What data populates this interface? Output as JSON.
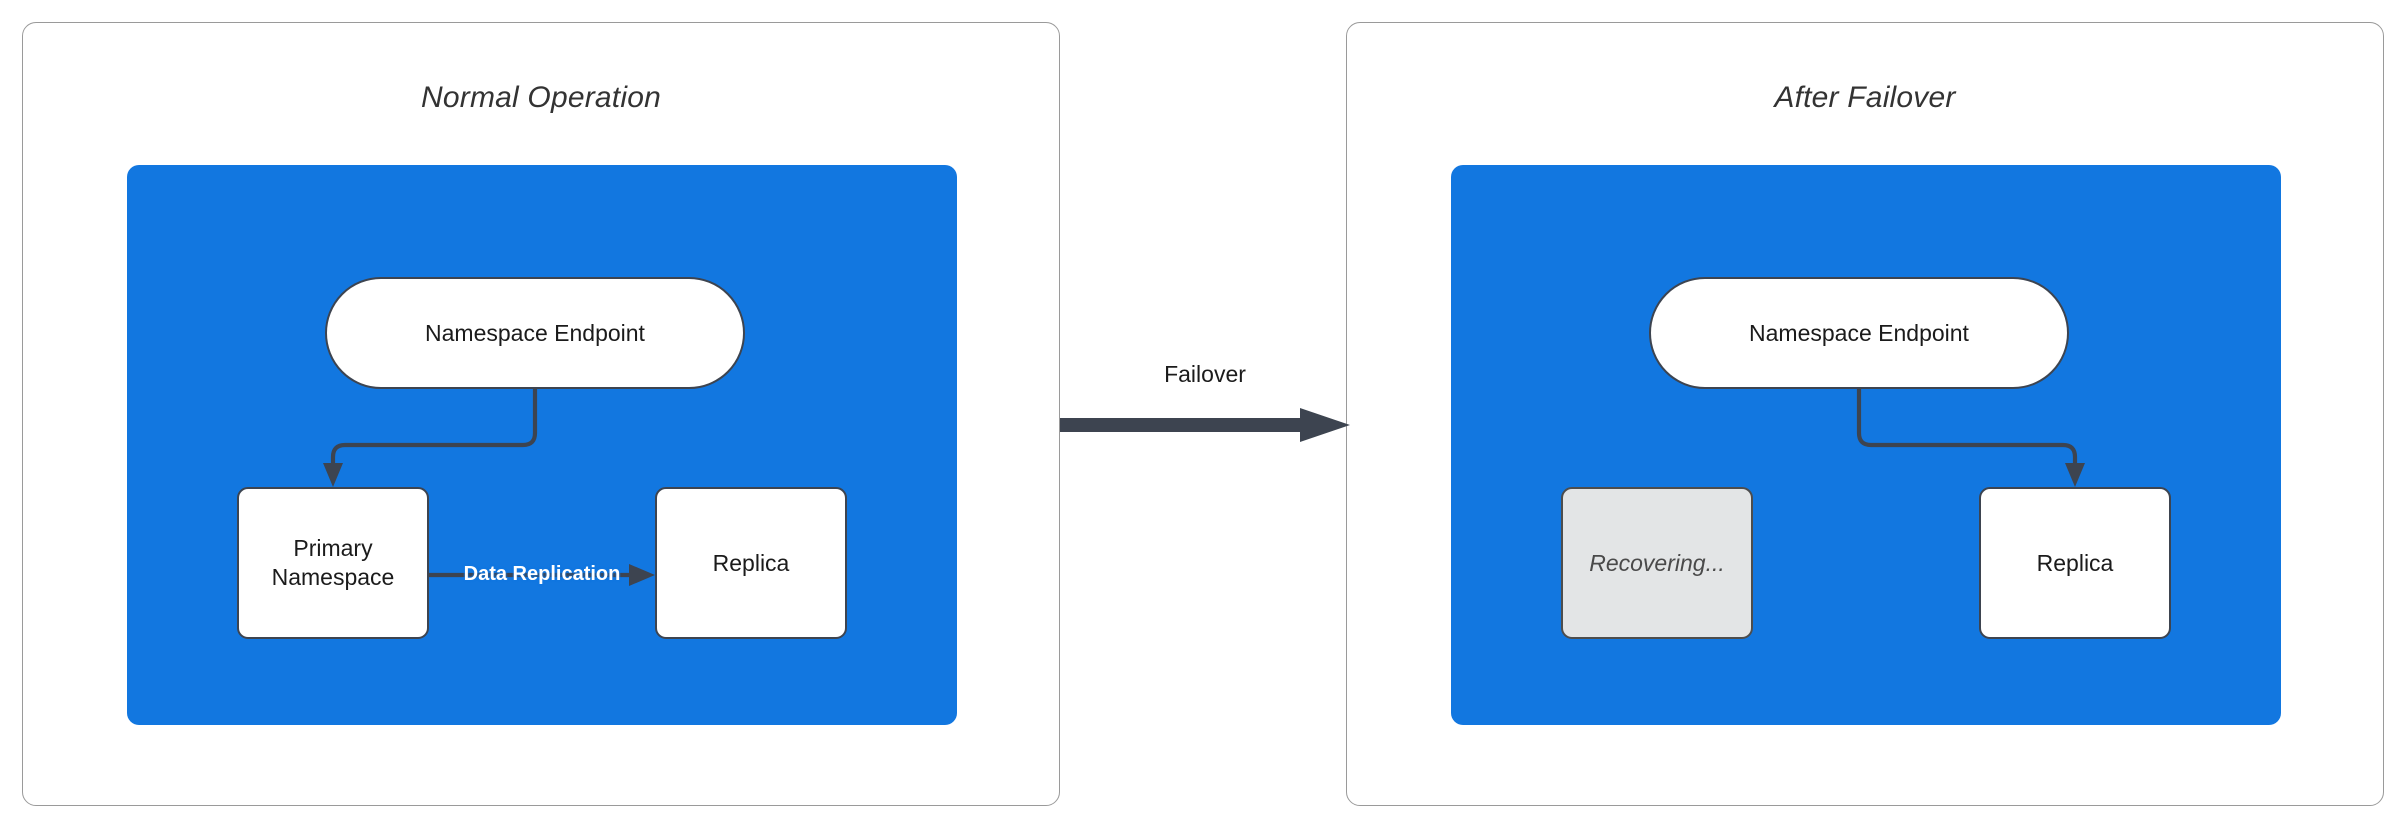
{
  "diagram": {
    "title": "Namespace Failover Diagram",
    "background": "#ffffff",
    "accent_blue": "#1277E0",
    "stroke_dark": "#3d4450",
    "recovering_fill": "#e3e5e6",
    "panel_border": "#9a9a9a"
  },
  "panels": [
    {
      "id": "normal-operation",
      "title": "Normal Operation",
      "nodes": [
        {
          "id": "endpoint",
          "label": "Namespace Endpoint",
          "shape": "pill",
          "state": "active"
        },
        {
          "id": "primary",
          "label": "Primary\nNamespace",
          "shape": "box",
          "state": "active"
        },
        {
          "id": "replica",
          "label": "Replica",
          "shape": "box",
          "state": "active"
        }
      ],
      "edges": [
        {
          "from": "endpoint",
          "to": "primary",
          "label": "",
          "style": "elbow-arrow"
        },
        {
          "from": "primary",
          "to": "replica",
          "label": "Data Replication",
          "style": "straight-arrow"
        }
      ]
    },
    {
      "id": "after-failover",
      "title": "After Failover",
      "nodes": [
        {
          "id": "endpoint",
          "label": "Namespace Endpoint",
          "shape": "pill",
          "state": "active"
        },
        {
          "id": "recovering",
          "label": "Recovering...",
          "shape": "box",
          "state": "disabled"
        },
        {
          "id": "replica",
          "label": "Replica",
          "shape": "box",
          "state": "active"
        }
      ],
      "edges": [
        {
          "from": "endpoint",
          "to": "replica",
          "label": "",
          "style": "elbow-arrow"
        }
      ]
    }
  ],
  "transition": {
    "label": "Failover",
    "direction": "left-to-right"
  },
  "labels": {
    "panel_left_title": "Normal Operation",
    "panel_right_title": "After Failover",
    "endpoint_left": "Namespace Endpoint",
    "endpoint_right": "Namespace Endpoint",
    "primary_line1": "Primary",
    "primary_line2": "Namespace",
    "replica_left": "Replica",
    "replica_right": "Replica",
    "recovering": "Recovering...",
    "data_replication": "Data Replication",
    "failover": "Failover"
  }
}
